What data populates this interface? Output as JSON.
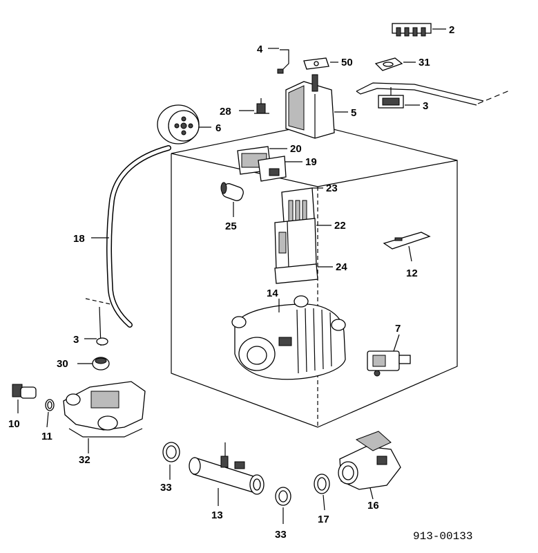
{
  "drawing_code": "913-00133",
  "callouts": {
    "c2": "2",
    "c4": "4",
    "c50": "50",
    "c31": "31",
    "c3a": "3",
    "c28": "28",
    "c5": "5",
    "c6": "6",
    "c20": "20",
    "c19": "19",
    "c23": "23",
    "c25": "25",
    "c18": "18",
    "c22": "22",
    "c12": "12",
    "c24": "24",
    "c14": "14",
    "c3b": "3",
    "c7": "7",
    "c30": "30",
    "c10": "10",
    "c11": "11",
    "c32": "32",
    "c33a": "33",
    "c13": "13",
    "c33b": "33",
    "c17": "17",
    "c16": "16"
  }
}
